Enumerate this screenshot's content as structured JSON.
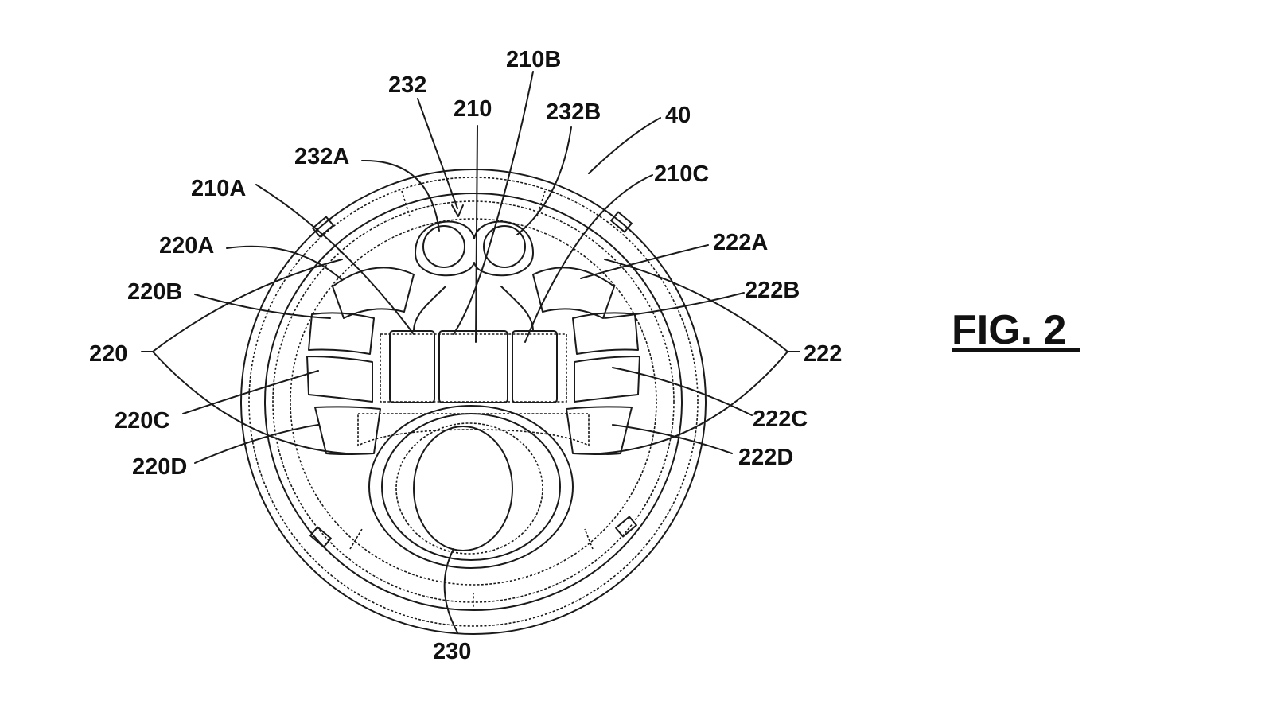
{
  "figure": {
    "title": "FIG. 2"
  },
  "labels": {
    "l232": "232",
    "l210B": "210B",
    "l210": "210",
    "l232B": "232B",
    "l40": "40",
    "l232A": "232A",
    "l210A": "210A",
    "l210C": "210C",
    "l220A": "220A",
    "l222A": "222A",
    "l220B": "220B",
    "l222B": "222B",
    "l220": "220",
    "l222": "222",
    "l220C": "220C",
    "l222C": "222C",
    "l220D": "220D",
    "l222D": "222D",
    "l230": "230"
  }
}
